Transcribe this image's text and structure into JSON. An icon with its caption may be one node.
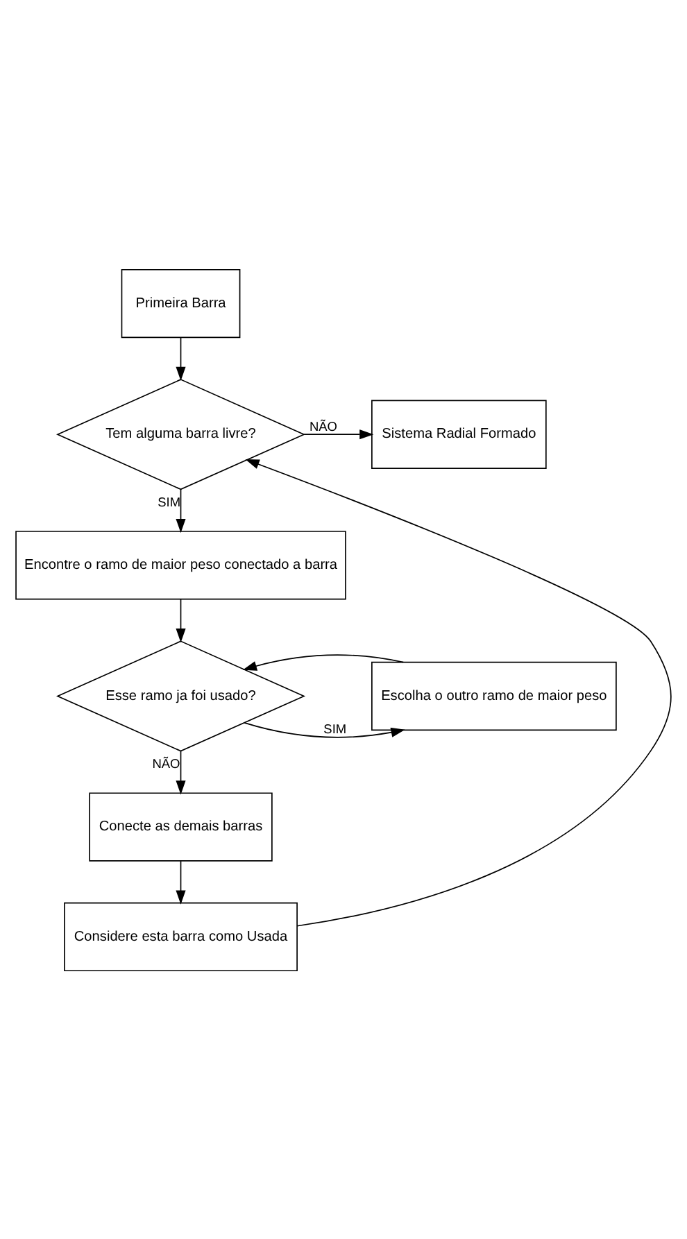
{
  "diagram": {
    "nodes": [
      {
        "text": [
          "Primeira Barra"
        ]
      },
      {
        "text": [
          "Tem alguma barra livre?"
        ]
      },
      {
        "text": [
          "Sistema Radial Formado"
        ]
      },
      {
        "text": [
          "Encontre o ramo de maior peso conectado a barra"
        ]
      },
      {
        "text": [
          "Esse ramo ja foi usado?"
        ]
      },
      {
        "text": [
          "Escolha o outro ramo de maior peso"
        ]
      },
      {
        "text": [
          "Conecte as demais barras"
        ]
      },
      {
        "text": [
          "Considere esta barra como Usada"
        ]
      }
    ],
    "edges": [
      {
        "from": 0,
        "to": 1,
        "arrow": "to"
      },
      {
        "from": 1,
        "to": 2,
        "arrow": "to",
        "label": "NÃO"
      },
      {
        "from": 1,
        "to": 3,
        "arrow": "to",
        "label": "SIM"
      },
      {
        "from": 3,
        "to": 4,
        "arrow": "to"
      },
      {
        "from": 4,
        "to": 5,
        "arrow": "to",
        "label": "SIM"
      },
      {
        "from": 5,
        "to": 4,
        "arrow": "to"
      },
      {
        "from": 4,
        "to": 6,
        "arrow": "to",
        "label": "NÃO"
      },
      {
        "from": 6,
        "to": 7,
        "arrow": "to"
      },
      {
        "from": 7,
        "to": 1,
        "arrow": "to"
      }
    ]
  }
}
